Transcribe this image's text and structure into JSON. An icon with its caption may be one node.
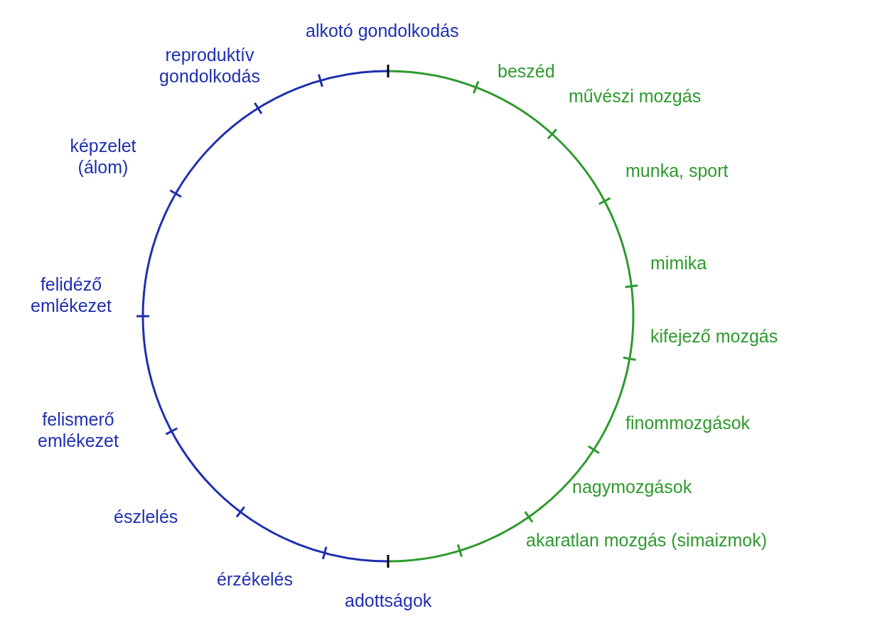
{
  "diagram": {
    "labels": [
      "alkotó gondolkodás",
      "reproduktív gondolkodás",
      "beszéd",
      "művészi mozgás",
      "képzelet (álom)",
      "munka, sport",
      "mimika",
      "felidéző emlékezet",
      "kifejező mozgás",
      "felismerő emlékezet",
      "finommozgások",
      "nagymozgások",
      "észlelés",
      "akaratlan mozgás (simaizmok)",
      "érzékelés",
      "adottságok"
    ]
  }
}
